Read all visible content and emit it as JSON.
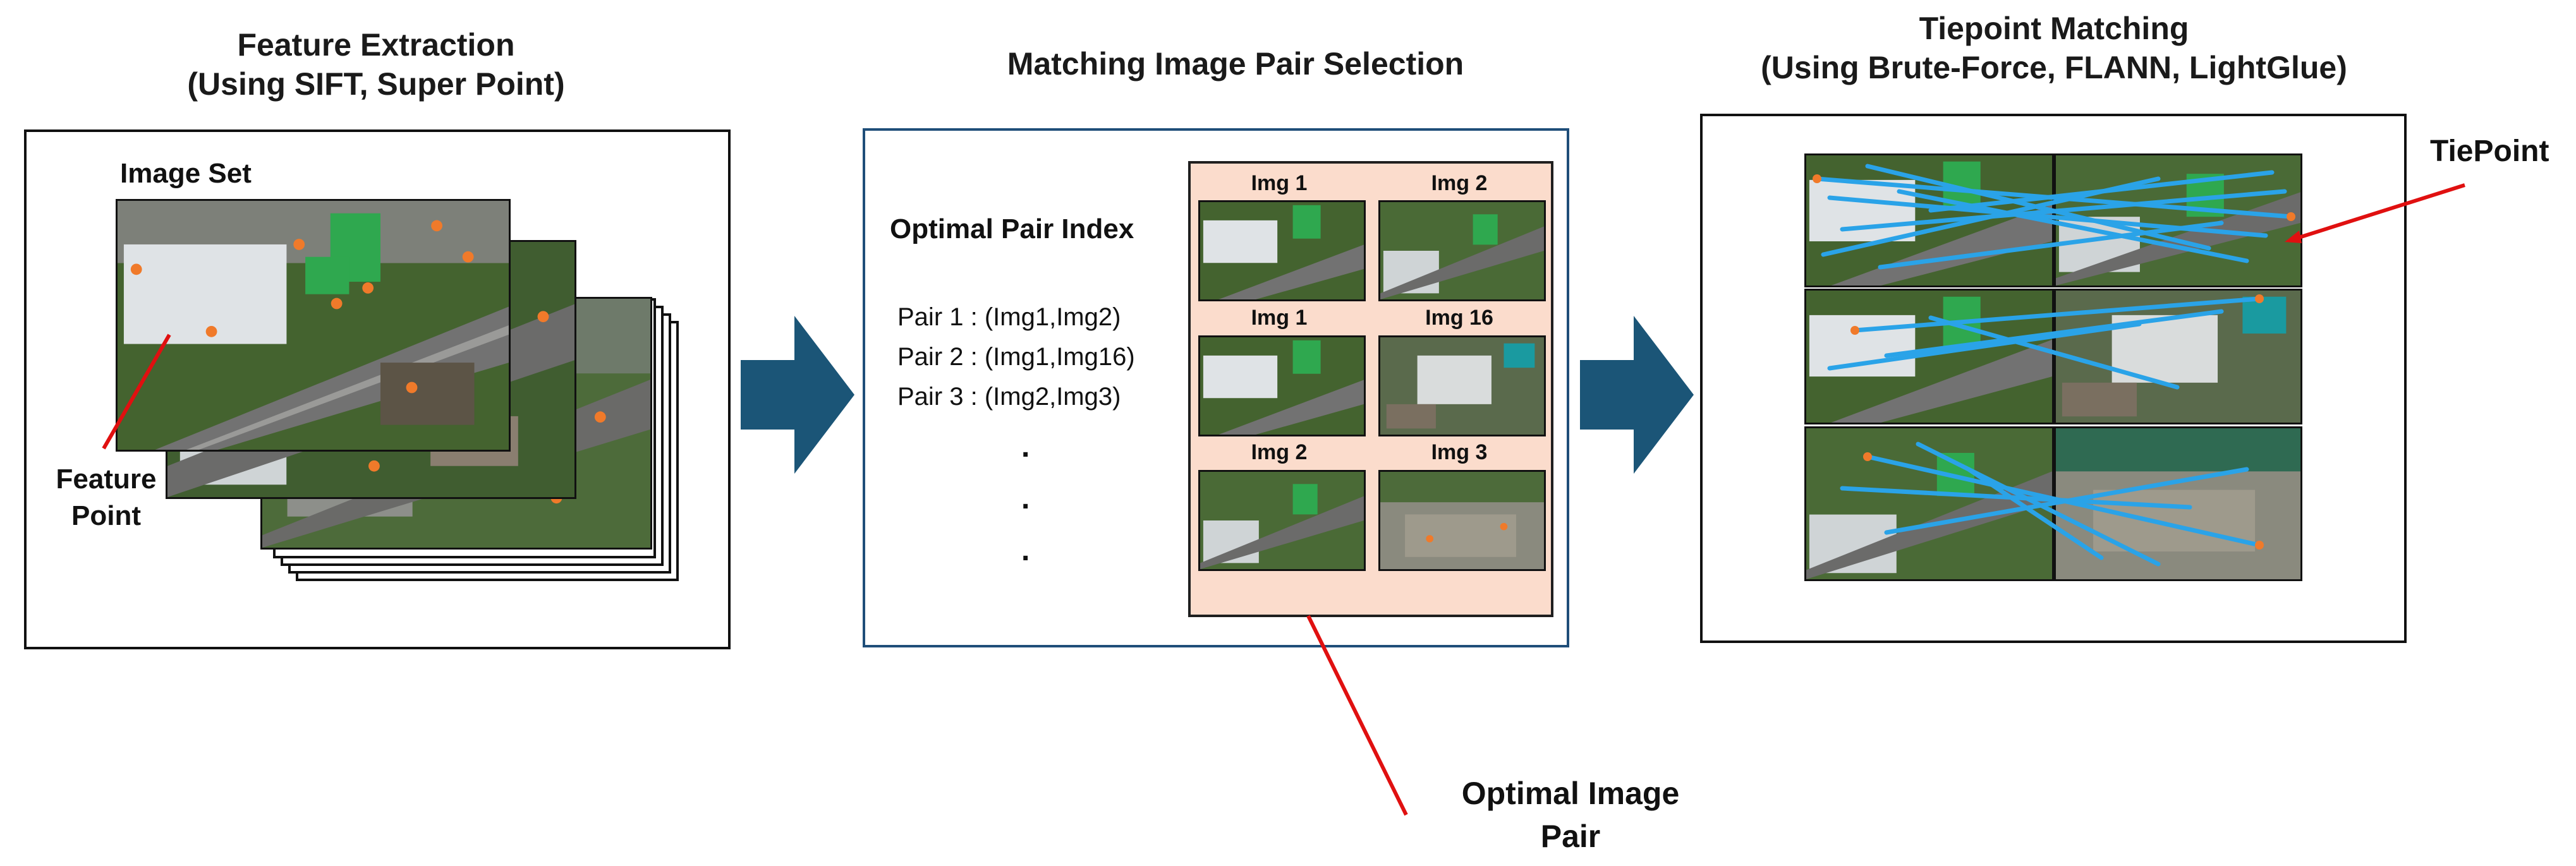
{
  "stage1": {
    "title_line1": "Feature Extraction",
    "title_line2": "(Using SIFT, Super Point)",
    "image_set_label": "Image Set",
    "feature_point_line1": "Feature",
    "feature_point_line2": "Point"
  },
  "stage2": {
    "title": "Matching Image Pair Selection",
    "index_label": "Optimal Pair Index",
    "pairs": [
      "Pair 1 : (Img1,Img2)",
      "Pair 2 : (Img1,Img16)",
      "Pair 3 : (Img2,Img3)"
    ],
    "dots": [
      ".",
      ".",
      "."
    ],
    "thumb_captions": [
      [
        "Img 1",
        "Img 2"
      ],
      [
        "Img 1",
        "Img 16"
      ],
      [
        "Img 2",
        "Img 3"
      ]
    ],
    "optimal_line1": "Optimal Image",
    "optimal_line2": "Pair"
  },
  "stage3": {
    "title_line1": "Tiepoint Matching",
    "title_line2": "(Using Brute-Force, FLANN, LightGlue)",
    "tiepoint_label": "TiePoint"
  },
  "colors": {
    "arrow": "#1b5577",
    "pair_box": "#fbdccc",
    "tie_line": "#2aa3e8",
    "callout": "#e01010",
    "feature_dot": "#f07a2a"
  }
}
